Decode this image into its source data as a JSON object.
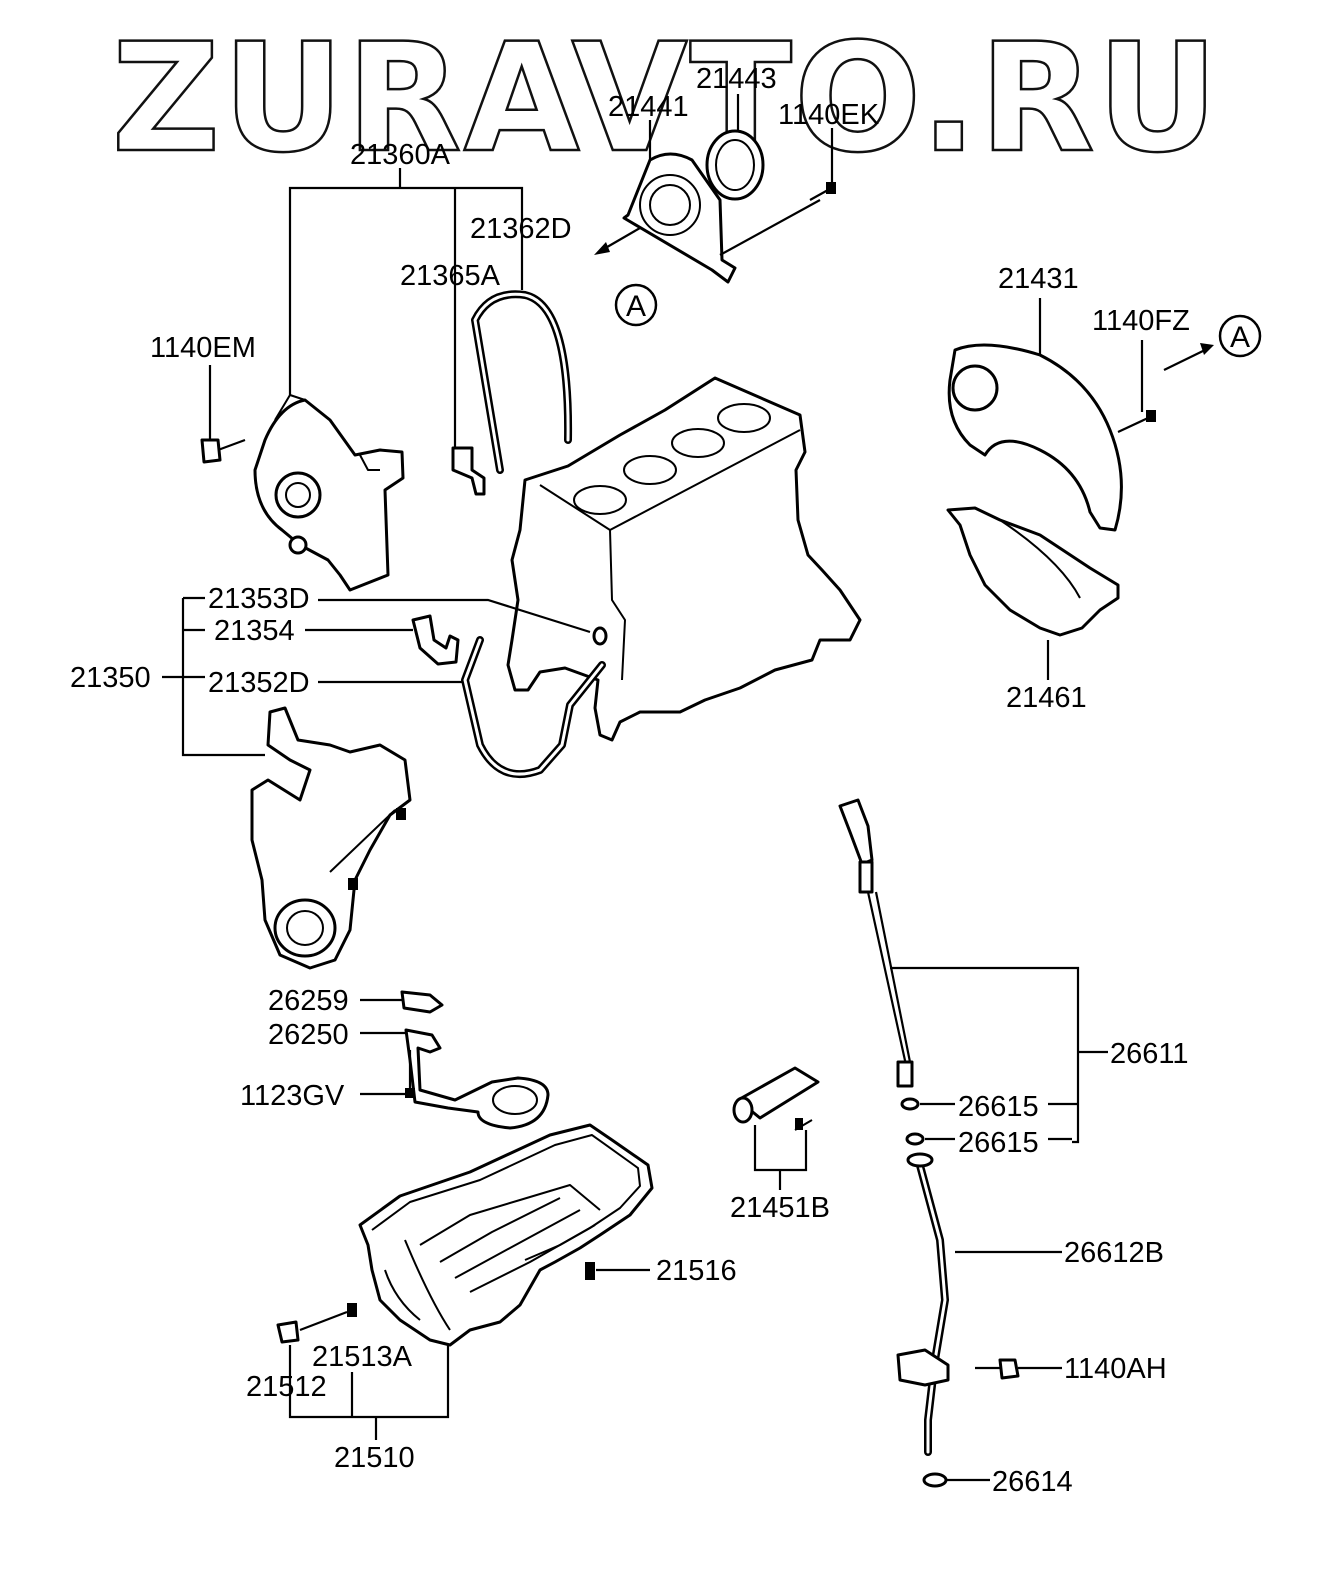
{
  "watermark": "ZURAVTO.RU",
  "callouts": {
    "c21360A": "21360A",
    "c21362D": "21362D",
    "c21365A": "21365A",
    "c21441": "21441",
    "c21443": "21443",
    "c1140EK": "1140EK",
    "c1140EM": "1140EM",
    "c21431": "21431",
    "c1140FZ": "1140FZ",
    "c21461": "21461",
    "c21353D": "21353D",
    "c21354": "21354",
    "c21350": "21350",
    "c21352D": "21352D",
    "c26259": "26259",
    "c26250": "26250",
    "c1123GV": "1123GV",
    "c21516": "21516",
    "c21513A": "21513A",
    "c21512": "21512",
    "c21510": "21510",
    "c21451B": "21451B",
    "c26611": "26611",
    "c26615a": "26615",
    "c26615b": "26615",
    "c26612B": "26612B",
    "c1140AH": "1140AH",
    "c26614": "26614"
  },
  "view_markers": {
    "marker_left": "A",
    "marker_right": "A"
  }
}
